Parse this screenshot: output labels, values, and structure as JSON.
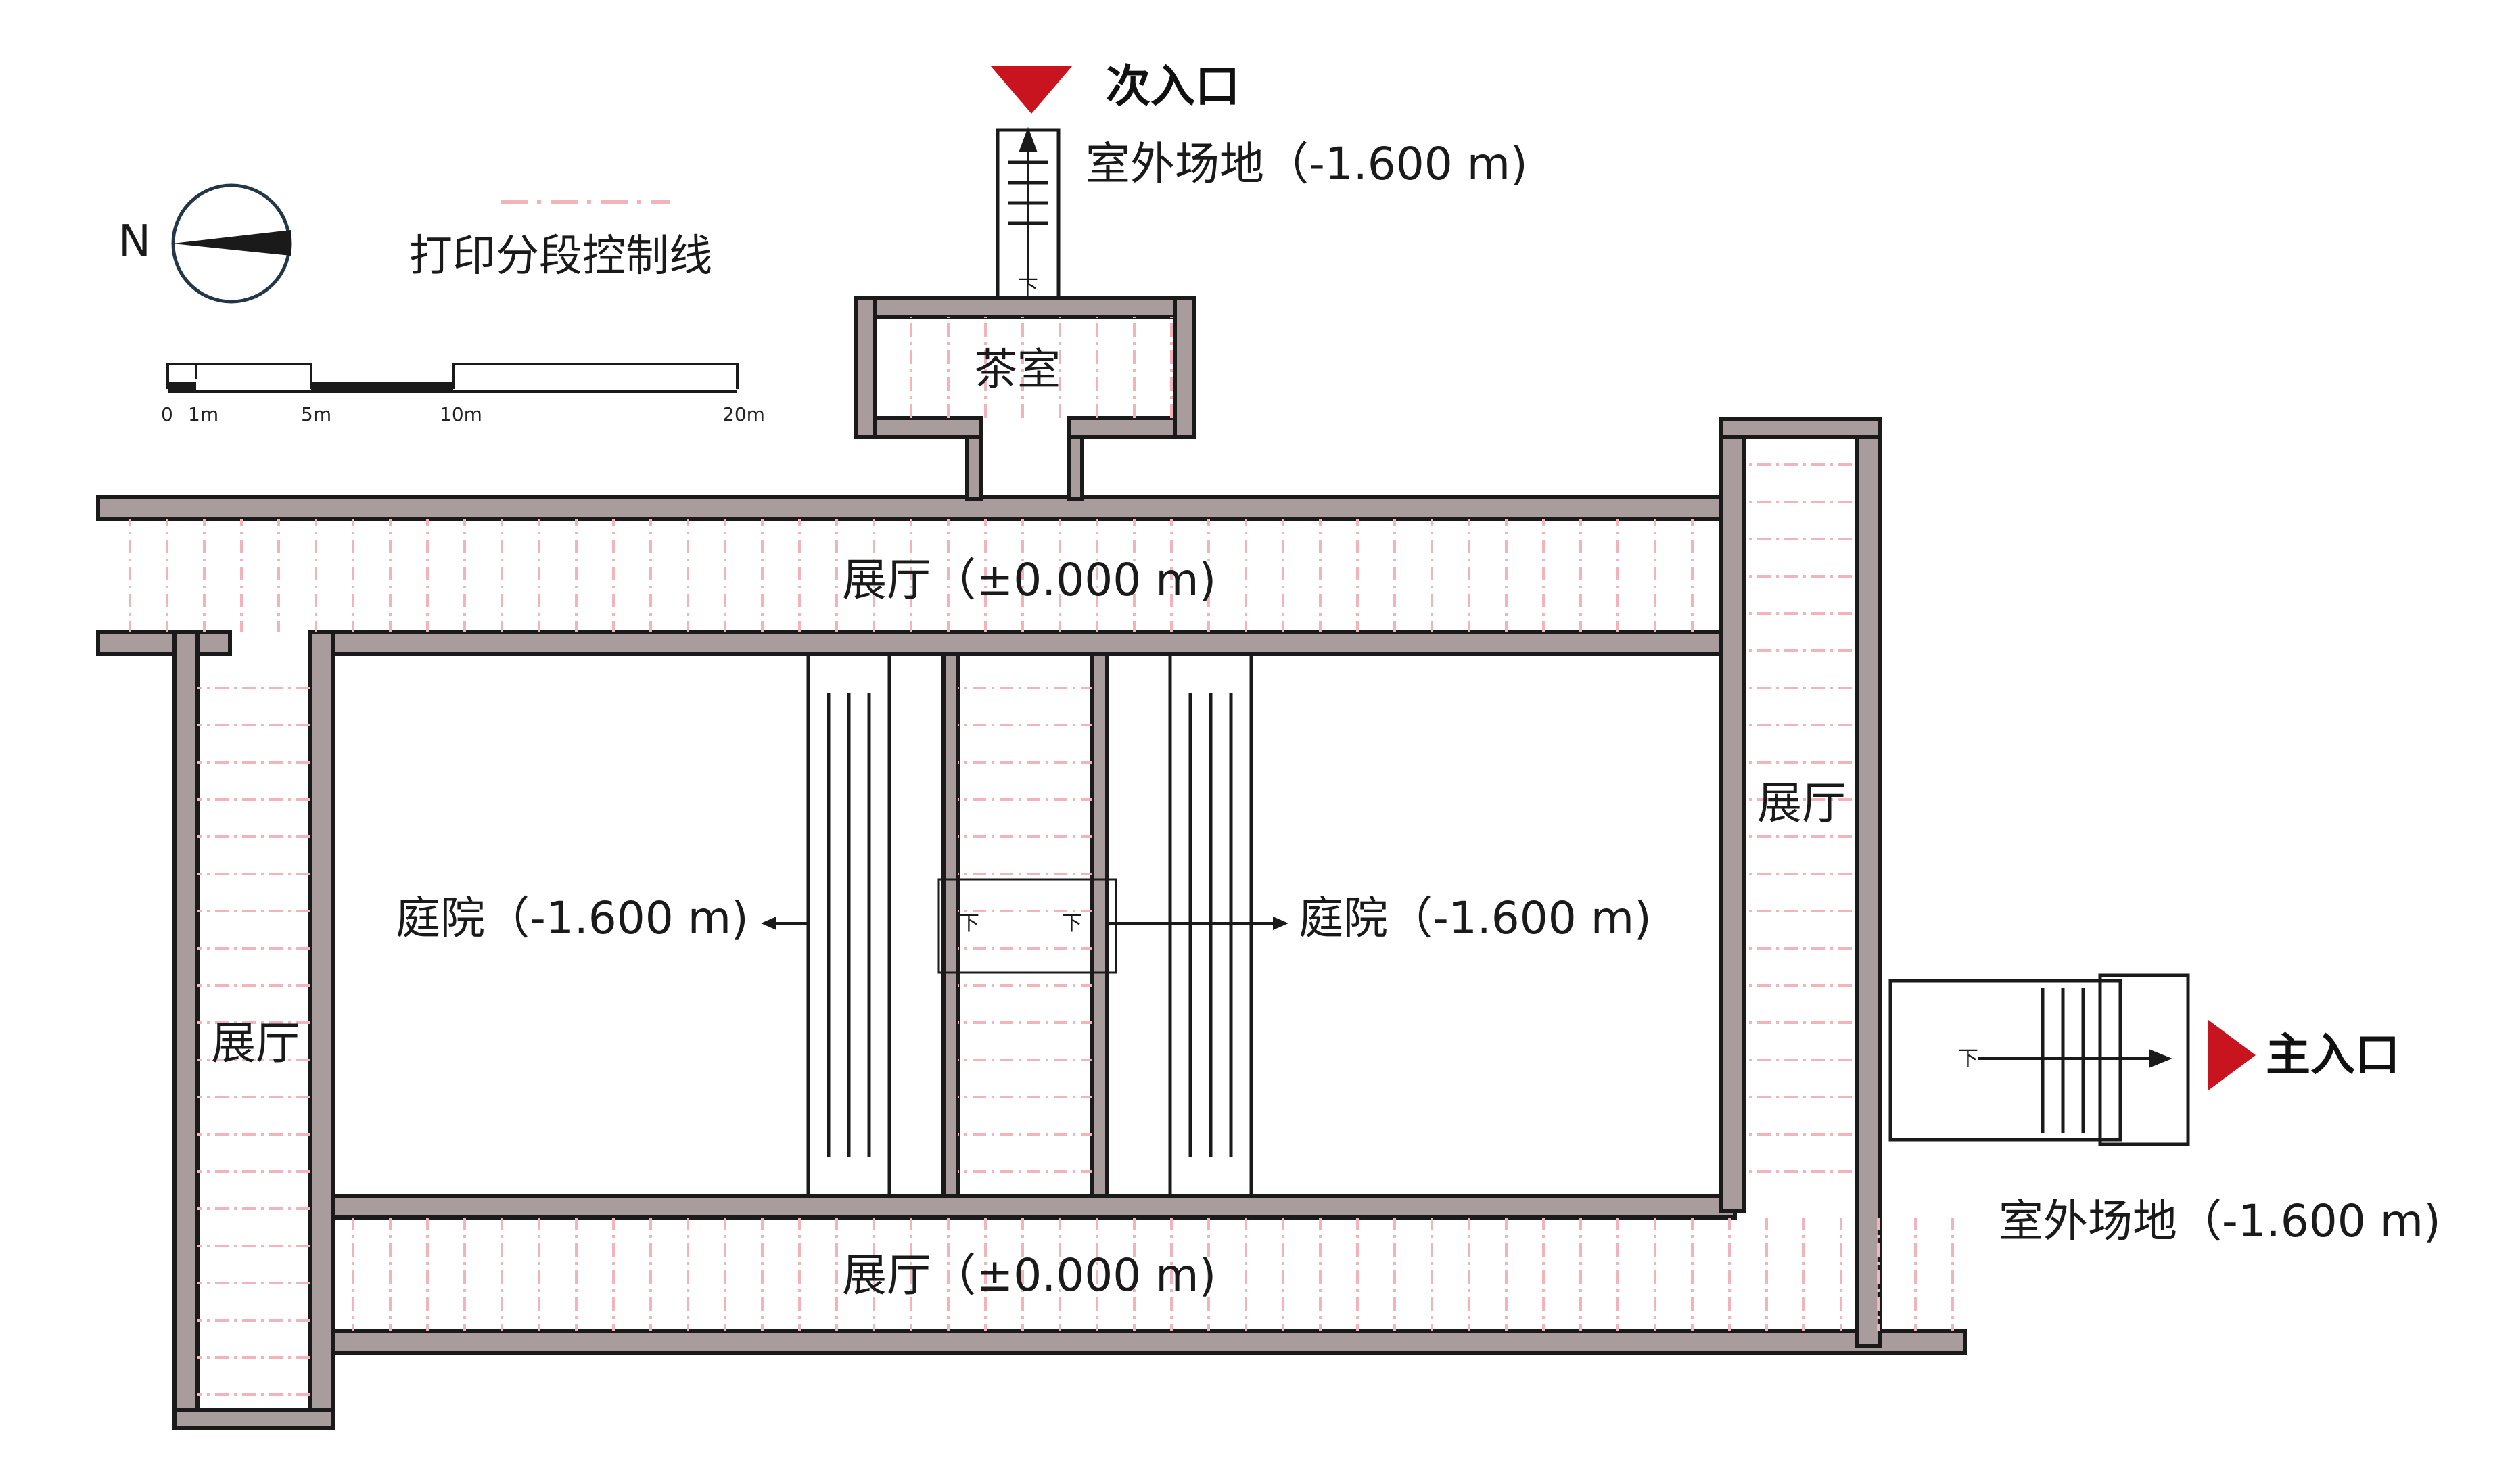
{
  "labels": {
    "secondary_entrance": "次入口",
    "main_entrance": "主入口",
    "outdoor_top": "室外场地（-1.600 m)",
    "outdoor_right": "室外场地（-1.600 m)",
    "print_line_legend": "打印分段控制线",
    "tea_room": "茶室",
    "hall_top": "展厅（±0.000 m)",
    "hall_bottom": "展厅（±0.000 m)",
    "hall_left": "展厅",
    "hall_right": "展厅",
    "courtyard_left": "庭院（-1.600 m)",
    "courtyard_right": "庭院（-1.600 m)",
    "stair_down": "下",
    "north": "N"
  },
  "scale_bar": {
    "ticks": [
      "0",
      "1m",
      "5m",
      "10m",
      "20m"
    ]
  },
  "colors": {
    "accent_red": "#c8141e",
    "wall_fill": "#a89c9c",
    "wall_stroke": "#1a1a1a",
    "print_line": "#f2b3bb"
  }
}
